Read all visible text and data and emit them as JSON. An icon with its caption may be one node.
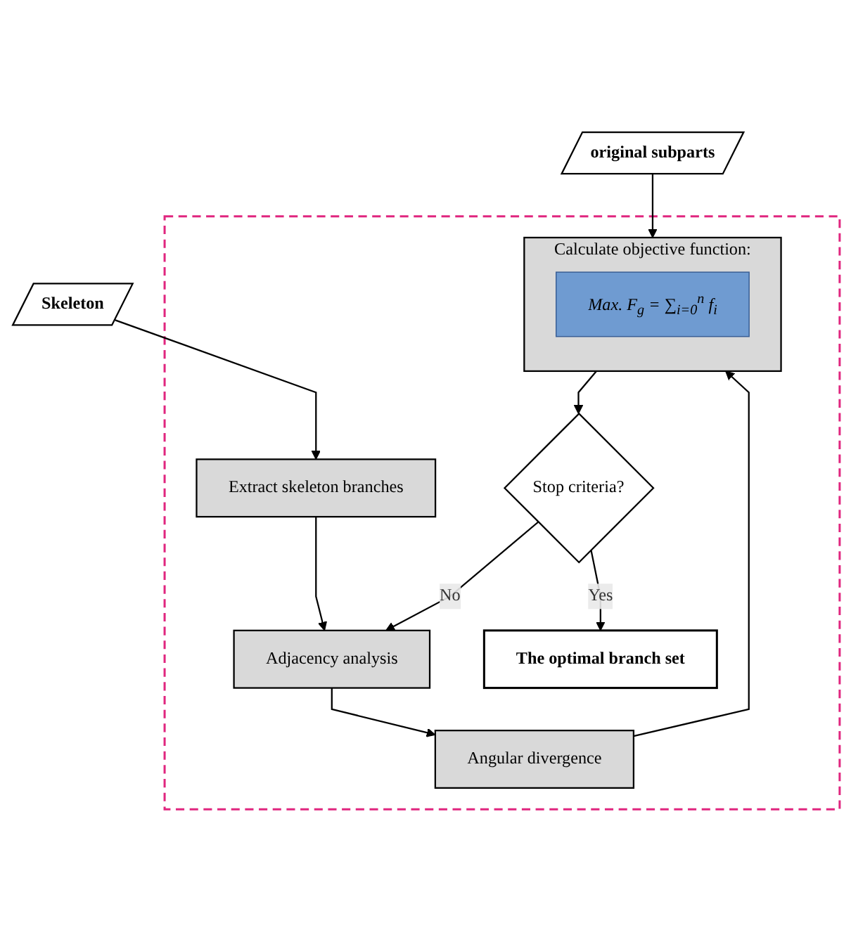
{
  "diagram": {
    "nodes": [
      {
        "text": [
          "Skeleton"
        ]
      },
      {
        "text": [
          "original subparts"
        ]
      },
      {
        "text": [],
        "shape": "box"
      },
      {
        "text": [
          "Extract skeleton branches"
        ],
        "in": 2
      },
      {
        "text": [
          "Adjacency analysis"
        ],
        "in": 2
      },
      {
        "text": [
          "Angular divergence"
        ],
        "in": 2
      },
      {
        "text": [
          "Calculate objective function:"
        ],
        "in": 2
      },
      {
        "text": [
          "Max. F$_{g}$ = ∑$_{i=0}$$^{n}$ f$_{i}$"
        ],
        "in": 6
      },
      {
        "text": [
          "Stop criteria?"
        ],
        "in": 2
      },
      {
        "text": [
          "The optimal branch set"
        ],
        "in": 2
      }
    ],
    "edges": [
      {
        "from": 0,
        "to": 3,
        "arrow": "to"
      },
      {
        "from": 1,
        "to": 6,
        "arrow": "to"
      },
      {
        "from": 3,
        "to": 4,
        "arrow": "to"
      },
      {
        "from": 4,
        "to": 5,
        "arrow": "to"
      },
      {
        "from": 5,
        "to": 6,
        "arrow": "to"
      },
      {
        "from": 6,
        "to": 8,
        "arrow": "to"
      },
      {
        "from": 8,
        "to": 4,
        "label": "No",
        "arrow": "to"
      },
      {
        "from": 8,
        "to": 9,
        "label": "Yes",
        "arrow": "to"
      }
    ]
  }
}
